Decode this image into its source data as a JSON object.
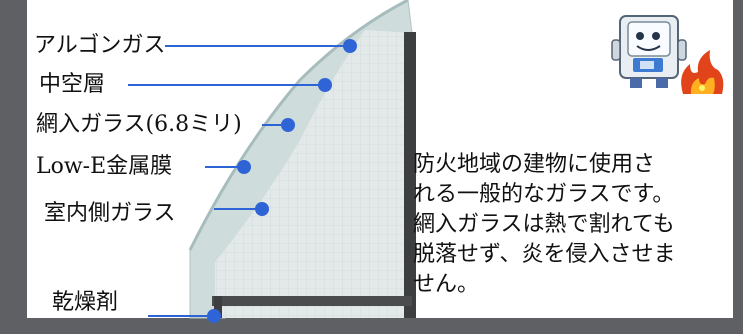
{
  "labels": [
    {
      "text": "アルゴンガス",
      "name": "label-argon-gas"
    },
    {
      "text": "中空層",
      "name": "label-hollow-layer"
    },
    {
      "text": "網入ガラス(6.8ミリ)",
      "name": "label-wired-glass"
    },
    {
      "text": "Low-E金属膜",
      "name": "label-low-e-film"
    },
    {
      "text": "室内側ガラス",
      "name": "label-indoor-glass"
    },
    {
      "text": "乾燥剤",
      "name": "label-desiccant"
    }
  ],
  "description": {
    "lines": [
      "防火地域の建物に使用さ",
      "れる一般的なガラスです。",
      "網入ガラスは熱で割れても",
      "脱落せず、炎を侵入させま",
      "せん。"
    ]
  },
  "colors": {
    "leader": "#2f64d6",
    "frame": "#5e6063",
    "glass_front": "#dfe6e6",
    "glass_edge": "#b8cccd",
    "spacer": "#3d3e40",
    "fire": "#e1441b"
  },
  "icons": {
    "mascot": "window-mascot-icon",
    "fire": "fire-icon"
  }
}
